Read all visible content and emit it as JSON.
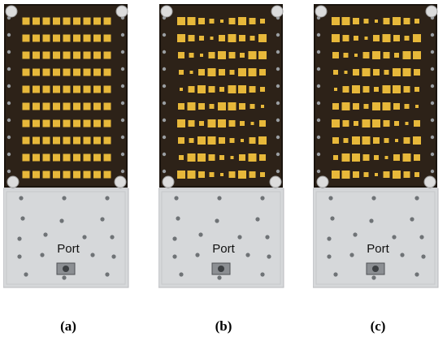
{
  "figure": {
    "panels": [
      {
        "id": "a",
        "port_label": "Port",
        "caption": "(a)",
        "pattern": "uniform"
      },
      {
        "id": "b",
        "port_label": "Port",
        "caption": "(b)",
        "pattern": "graded"
      },
      {
        "id": "c",
        "port_label": "Port",
        "caption": "(c)",
        "pattern": "graded"
      }
    ],
    "colors": {
      "substrate": "#2d2218",
      "patch": "#e7b83a",
      "baseplate": "#d6d8da",
      "screw": "#9a9ea2",
      "standoff": "#dcdcdc"
    }
  }
}
